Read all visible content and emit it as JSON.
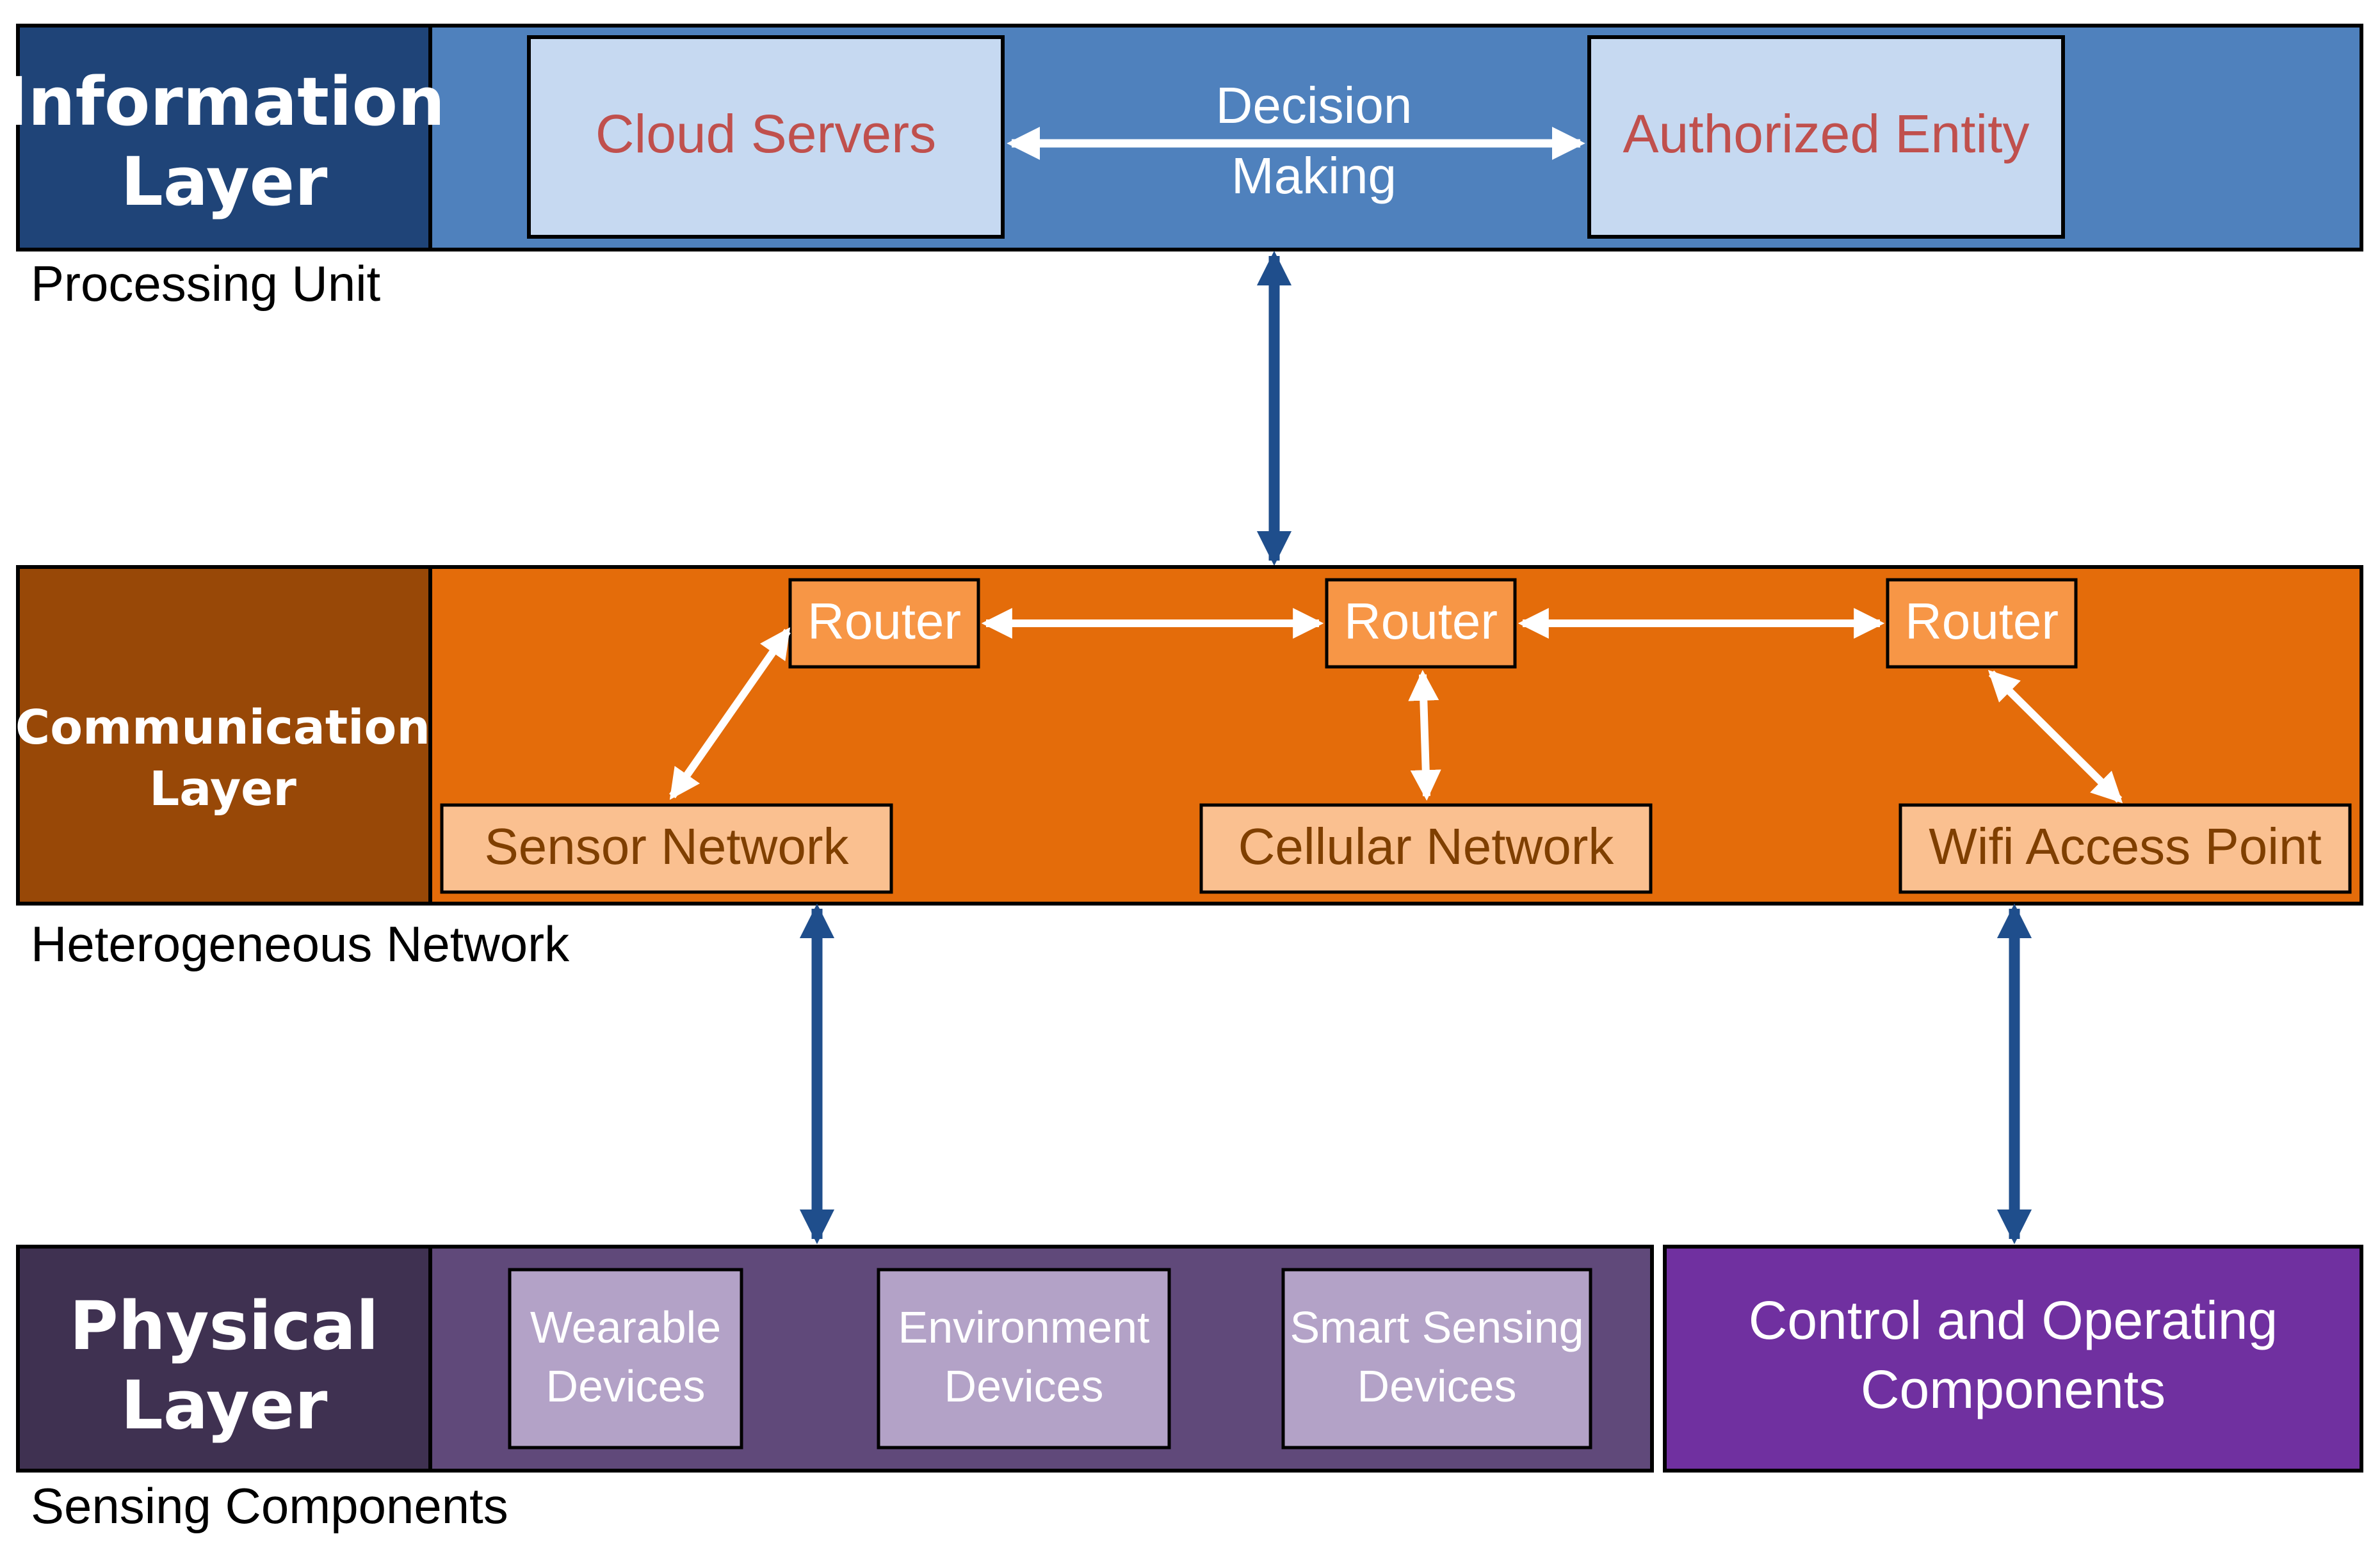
{
  "information": {
    "layer_label_line1": "Information",
    "layer_label_line2": "Layer",
    "caption": "Processing Unit",
    "cloud_servers": "Cloud Servers",
    "decision_line1": "Decision",
    "decision_line2": "Making",
    "authorized_entity": "Authorized Entity"
  },
  "communication": {
    "layer_label_line1": "Communication",
    "layer_label_line2": "Layer",
    "caption": "Heterogeneous Network",
    "router_1": "Router",
    "router_2": "Router",
    "router_3": "Router",
    "sensor_network": "Sensor Network",
    "cellular_network": "Cellular Network",
    "wifi_access_point": "Wifi Access Point"
  },
  "physical": {
    "layer_label_line1": "Physical",
    "layer_label_line2": "Layer",
    "caption": "Sensing Components",
    "wearable_line1": "Wearable",
    "wearable_line2": "Devices",
    "environment_line1": "Environment",
    "environment_line2": "Devices",
    "smart_line1": "Smart Sensing",
    "smart_line2": "Devices",
    "control_line1": "Control and Operating",
    "control_line2": "Components"
  },
  "colors": {
    "info_label_bg": "#1F4478",
    "info_band_bg": "#4F81BD",
    "info_box_bg": "#C6D9F1",
    "info_box_text": "#C0504D",
    "comm_label_bg": "#984807",
    "comm_band_bg": "#E46C0A",
    "router_bg": "#F79646",
    "network_box_bg": "#FAC090",
    "network_box_text": "#7F3F00",
    "phys_label_bg": "#3F3151",
    "phys_band_bg": "#60497A",
    "phys_box_bg": "#B3A2C7",
    "control_bg": "#7030A0",
    "connector_blue": "#1F4E8C"
  }
}
